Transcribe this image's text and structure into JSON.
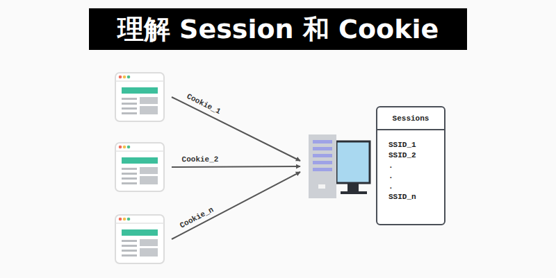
{
  "diagram": {
    "title": "理解 Session 和 Cookie",
    "nodes": [
      {
        "text": []
      },
      {
        "text": []
      },
      {
        "text": []
      },
      {
        "text": []
      },
      {
        "text": [
          "Sessions",
          "SSID_1 SSID_2 . . . SSID_n"
        ]
      }
    ],
    "edges": [
      {
        "from": 0,
        "to": 3,
        "arrow": "to",
        "label": "Cookie_1"
      },
      {
        "from": 1,
        "to": 3,
        "arrow": "to",
        "label": "Cookie_2"
      },
      {
        "from": 2,
        "to": 3,
        "arrow": "to",
        "label": "Cookie_n"
      }
    ]
  }
}
